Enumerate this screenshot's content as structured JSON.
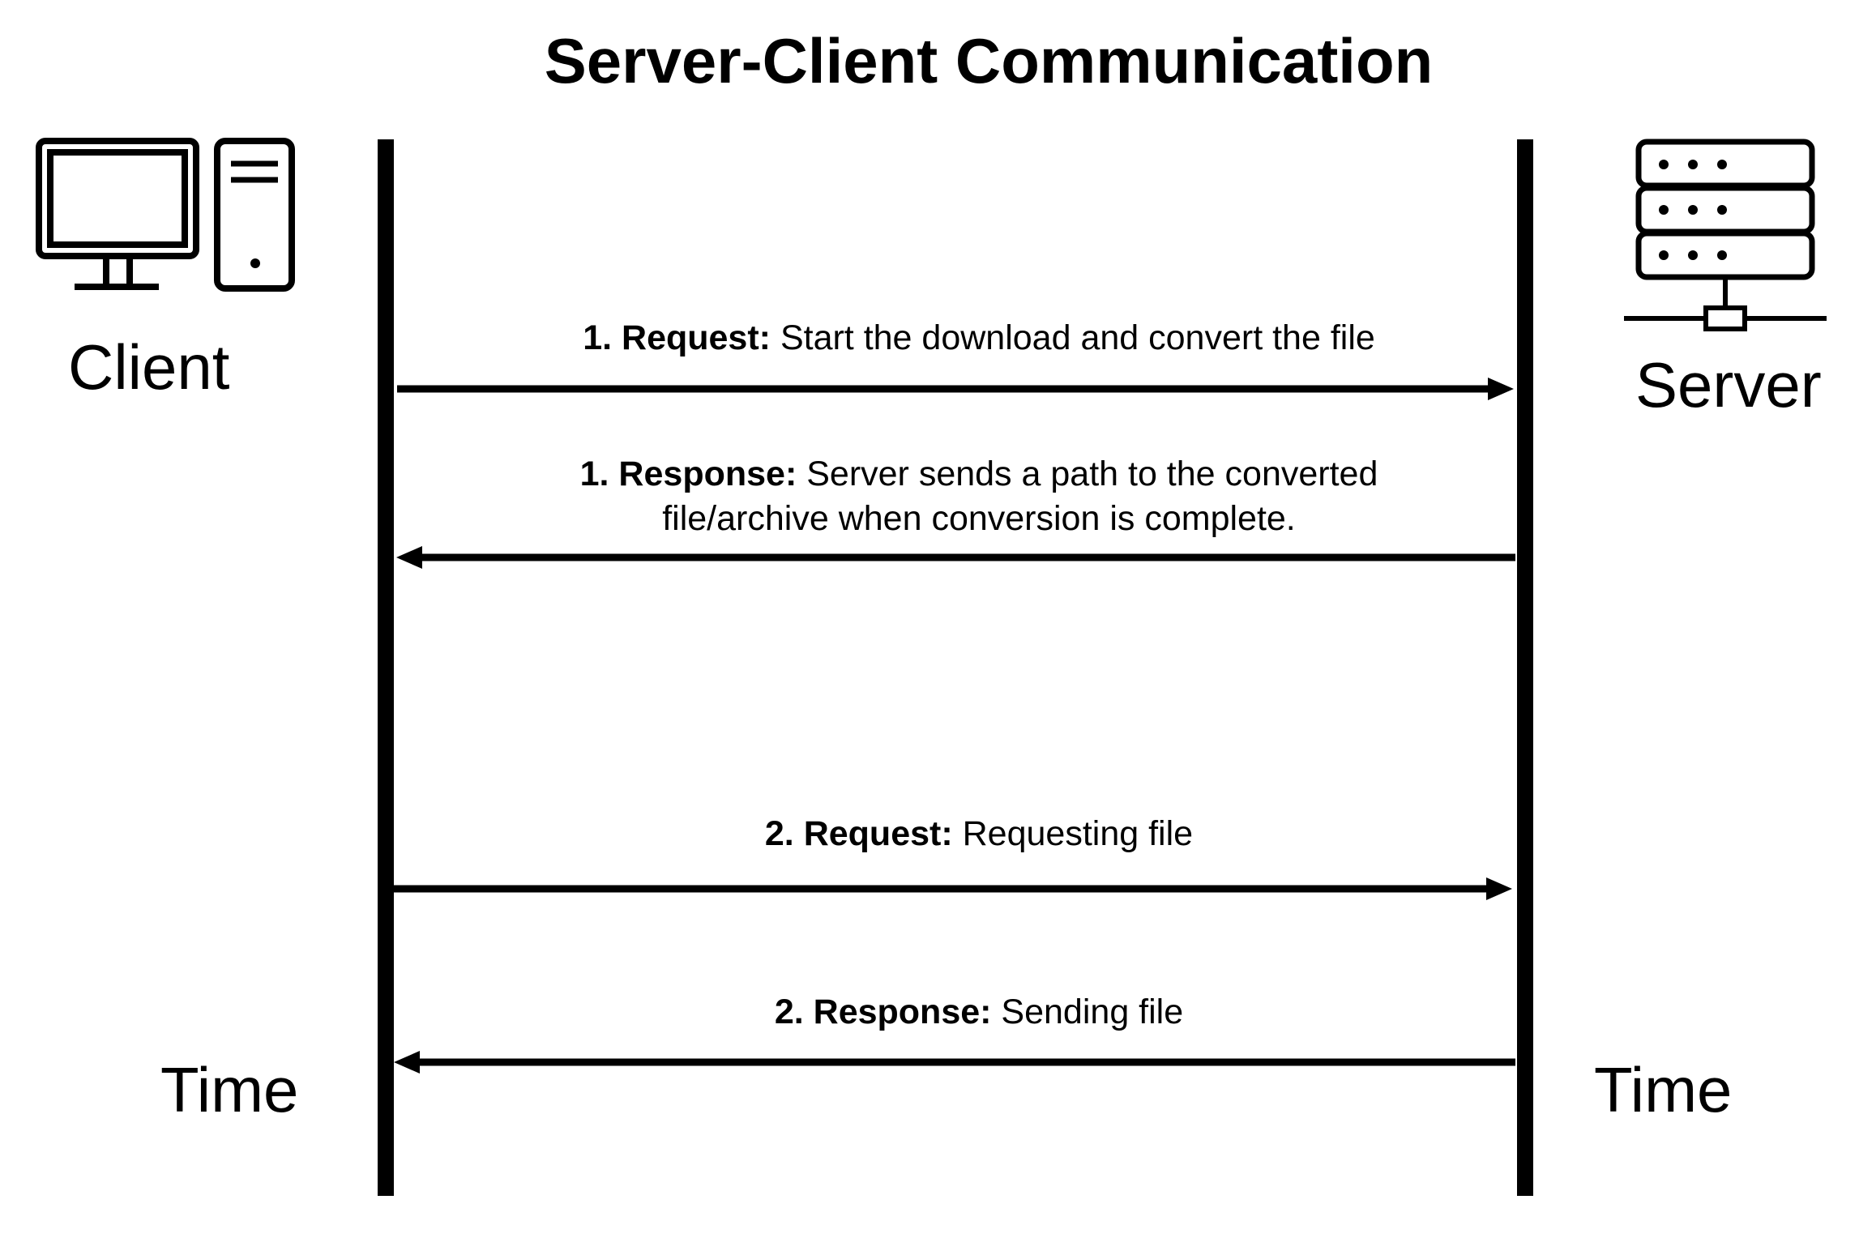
{
  "title": "Server-Client Communication",
  "actors": {
    "client": {
      "label": "Client",
      "icon": "desktop-computer-icon"
    },
    "server": {
      "label": "Server",
      "icon": "server-rack-icon"
    }
  },
  "time_labels": {
    "client": "Time",
    "server": "Time"
  },
  "messages": [
    {
      "label": "1. Request:",
      "text": "Start the download and convert the file",
      "direction": "client-to-server"
    },
    {
      "label": "1. Response:",
      "text": "Server sends a path to the converted file/archive when conversion is complete.",
      "direction": "server-to-client"
    },
    {
      "label": "2. Request:",
      "text": "Requesting file",
      "direction": "client-to-server"
    },
    {
      "label": "2. Response:",
      "text": "Sending file",
      "direction": "server-to-client"
    }
  ],
  "colors": {
    "ink": "#000000",
    "background": "#ffffff"
  }
}
